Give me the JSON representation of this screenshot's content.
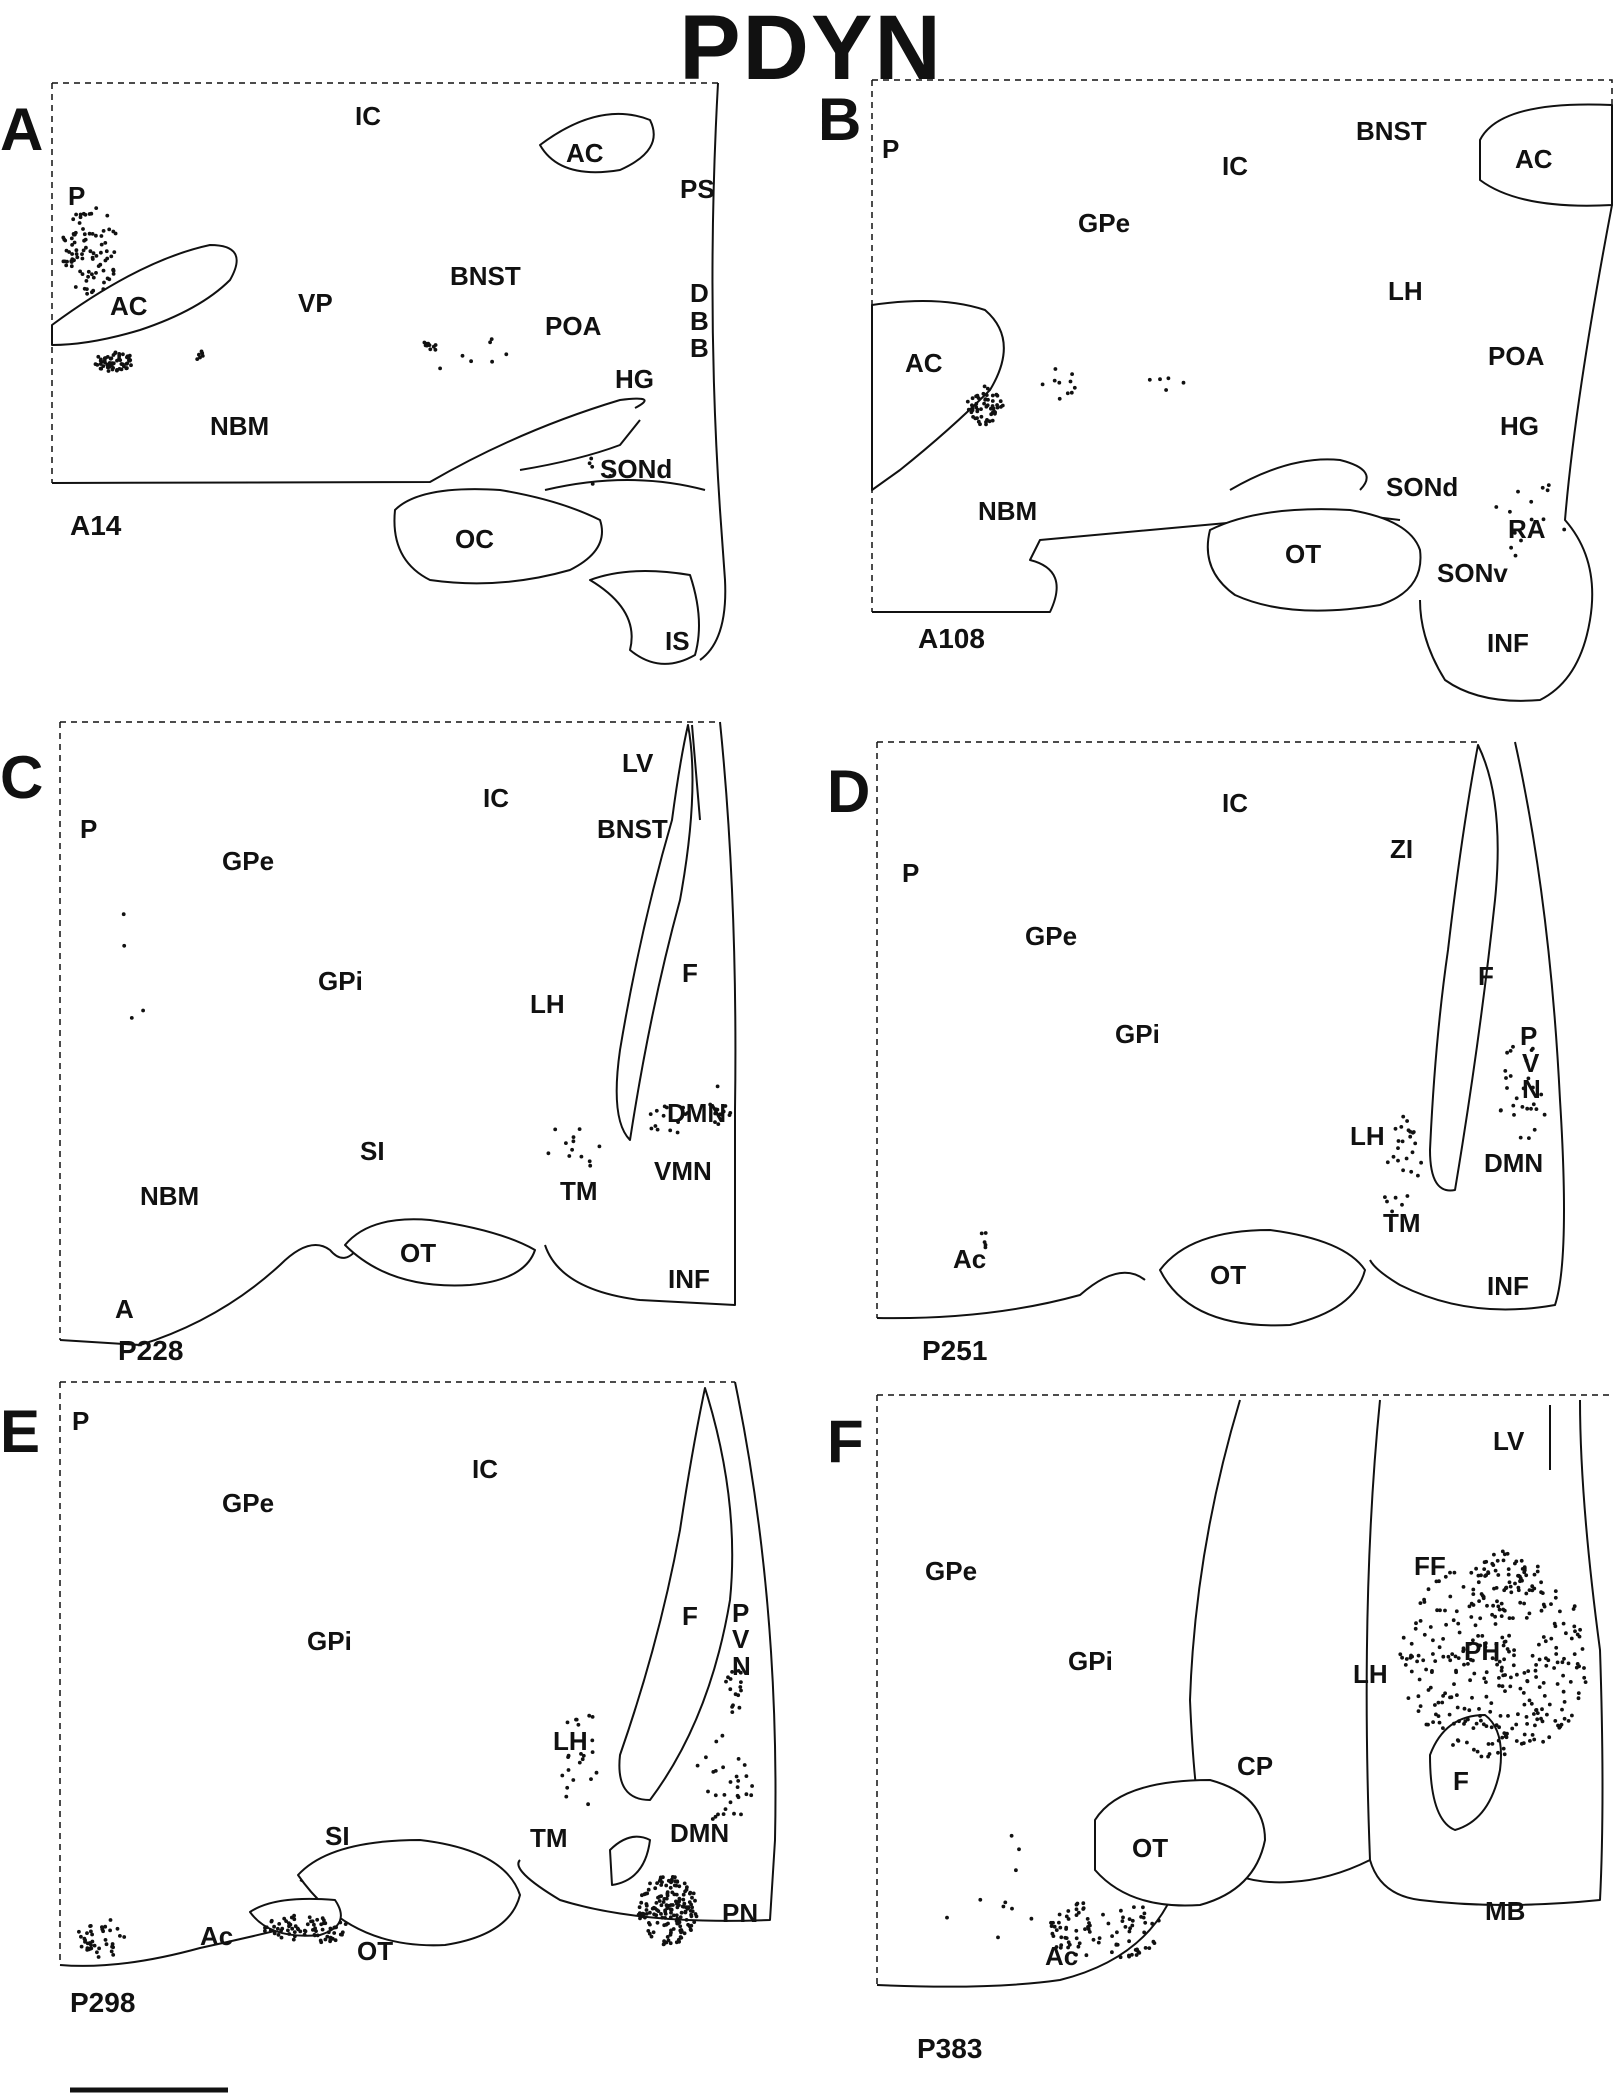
{
  "title": "PDYN",
  "panels": [
    {
      "letter": "A",
      "level": "A14",
      "regions": [
        "IC",
        "AC",
        "PS",
        "P",
        "AC",
        "VP",
        "BNST",
        "D",
        "B",
        "B",
        "POA",
        "HG",
        "NBM",
        "SONd",
        "OC",
        "IS"
      ]
    },
    {
      "letter": "B",
      "level": "A108",
      "regions": [
        "P",
        "BNST",
        "AC",
        "IC",
        "GPe",
        "LH",
        "POA",
        "AC",
        "HG",
        "NBM",
        "SONd",
        "RA",
        "OT",
        "SONv",
        "INF"
      ]
    },
    {
      "letter": "C",
      "level": "P228",
      "regions": [
        "LV",
        "IC",
        "BNST",
        "P",
        "GPe",
        "F",
        "GPi",
        "LH",
        "DMN",
        "SI",
        "VMN",
        "NBM",
        "TM",
        "OT",
        "INF",
        "A"
      ]
    },
    {
      "letter": "D",
      "level": "P251",
      "regions": [
        "IC",
        "ZI",
        "P",
        "GPe",
        "F",
        "GPi",
        "P",
        "V",
        "N",
        "LH",
        "DMN",
        "TM",
        "Ac",
        "OT",
        "INF"
      ]
    },
    {
      "letter": "E",
      "level": "P298",
      "regions": [
        "P",
        "IC",
        "GPe",
        "GPi",
        "F",
        "P",
        "V",
        "N",
        "LH",
        "SI",
        "TM",
        "DMN",
        "PN",
        "OT",
        "Ac"
      ]
    },
    {
      "letter": "F",
      "level": "P383",
      "regions": [
        "LV",
        "GPe",
        "FF",
        "GPi",
        "PH",
        "LH",
        "CP",
        "F",
        "OT",
        "MB",
        "Ac"
      ]
    }
  ],
  "scale_bar": true
}
